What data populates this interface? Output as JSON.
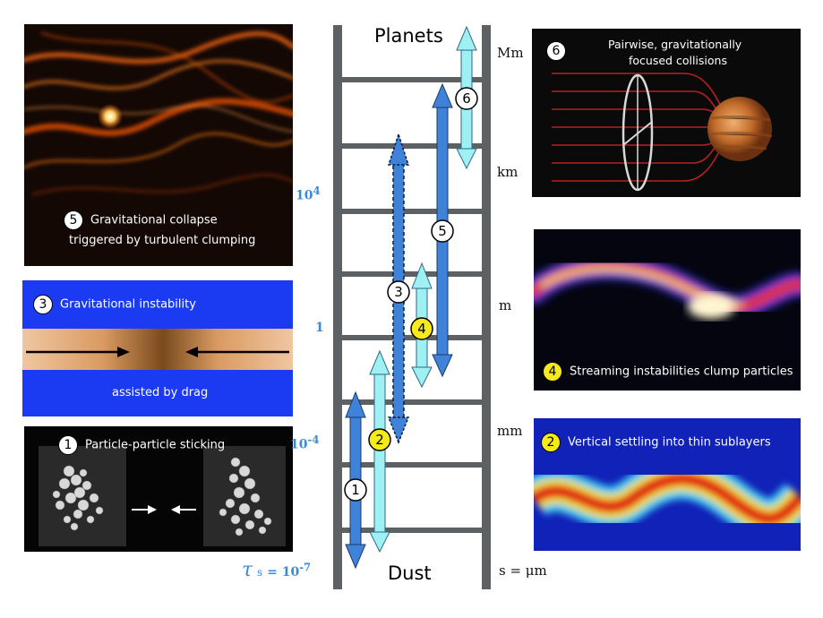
{
  "ladder": {
    "top_label": "Planets",
    "bottom_label": "Dust"
  },
  "size_labels": [
    "Mm",
    "km",
    "m",
    "mm",
    "s = μm"
  ],
  "tau_labels": {
    "t1": "10",
    "t1_exp": "4",
    "t2": "1",
    "t3": "10",
    "t3_exp": "-4",
    "t4_main": "τ",
    "t4_sub": "s",
    "t4_eq": "= 10",
    "t4_exp": "-7"
  },
  "mechanisms": [
    {
      "id": "1",
      "label": "Particle-particle sticking"
    },
    {
      "id": "2",
      "label": "Vertical settling into thin sublayers"
    },
    {
      "id": "3",
      "label": "Gravitational instability",
      "sublabel": "assisted by drag"
    },
    {
      "id": "4",
      "label": "Streaming instabilities clump particles"
    },
    {
      "id": "5",
      "label": "Gravitational collapse",
      "label2": "triggered by turbulent clumping"
    },
    {
      "id": "6",
      "label": "Pairwise, gravitationally",
      "label2": "focused collisions"
    }
  ],
  "colors": {
    "dark_arrow": "#3f83d8",
    "light_arrow": "#9ff0f2",
    "ladder": "#5d6164",
    "label_blue": "#3a8ad6",
    "badge_yellow": "#f7ea1a",
    "instability_blue": "#1a3bf2"
  }
}
